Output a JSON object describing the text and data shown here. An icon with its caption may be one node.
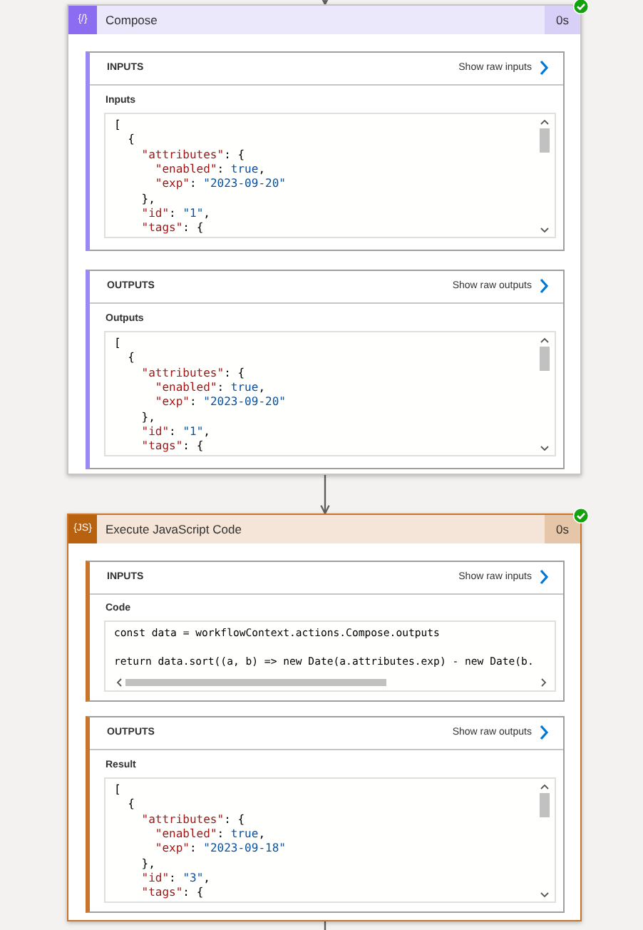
{
  "diagram": {
    "nodes": [
      {
        "text": [
          "Compose"
        ],
        "beside": [
          "0s"
        ]
      },
      {
        "text": [
          "INPUTS",
          "Show raw inputs"
        ],
        "in": 0
      },
      {
        "text": [
          "Inputs",
          "[",
          "  {",
          "    \"attributes\": {",
          "      \"enabled\": true,",
          "      \"exp\": \"2023-09-20\"",
          "    },",
          "    \"id\": \"1\",",
          "    \"tags\": {"
        ],
        "in": 1
      },
      {
        "text": [
          "OUTPUTS",
          "Show raw outputs"
        ],
        "in": 0
      },
      {
        "text": [
          "Outputs",
          "[",
          "  {",
          "    \"attributes\": {",
          "      \"enabled\": true,",
          "      \"exp\": \"2023-09-20\"",
          "    },",
          "    \"id\": \"1\",",
          "    \"tags\": {"
        ],
        "in": 3
      },
      {
        "text": [
          "Execute JavaScript Code"
        ],
        "beside": [
          "0s"
        ]
      },
      {
        "text": [
          "INPUTS",
          "Show raw inputs"
        ],
        "in": 5
      },
      {
        "text": [
          "Code",
          "const data = workflowContext.actions.Compose.outputs",
          "return data.sort((a, b) => new Date(a.attributes.exp) - new Date(b."
        ],
        "in": 6
      },
      {
        "text": [
          "OUTPUTS",
          "Show raw outputs"
        ],
        "in": 5
      },
      {
        "text": [
          "Result",
          "[",
          "  {",
          "    \"attributes\": {",
          "      \"enabled\": true,",
          "      \"exp\": \"2023-09-18\"",
          "    },",
          "    \"id\": \"3\",",
          "    \"tags\": {"
        ],
        "in": 8
      }
    ],
    "edges": [
      {
        "from": null,
        "to": 0,
        "arrow": "to"
      },
      {
        "from": 0,
        "to": 5,
        "arrow": "to"
      },
      {
        "from": 5,
        "to": null,
        "arrow": "none"
      }
    ],
    "labels": [
      "{/}",
      "{JS}"
    ]
  }
}
